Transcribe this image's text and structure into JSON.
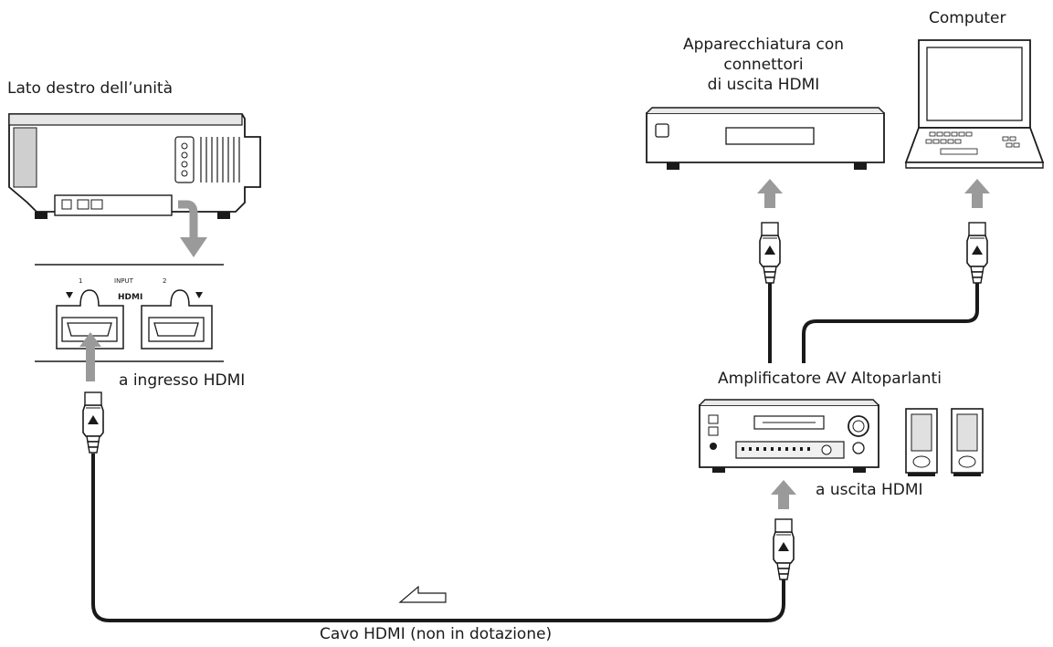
{
  "labels": {
    "projector_side": "Lato destro dell’unità",
    "hdmi_input_label": "a ingresso HDMI",
    "hdmi_output_device_line1": "Apparecchiatura con",
    "hdmi_output_device_line2": "connettori",
    "hdmi_output_device_line3": "di uscita HDMI",
    "computer": "Computer",
    "amplifier_speakers": "Amplificatore AV Altoparlanti",
    "hdmi_output_label": "a uscita HDMI",
    "cable": "Cavo HDMI (non in dotazione)"
  },
  "panel": {
    "input_label": "INPUT",
    "port1_number": "1",
    "port2_number": "2",
    "hdmi_logo": "HDMI"
  },
  "colors": {
    "line": "#1a1a1a",
    "arrow": "#9a9a9a",
    "device_fill": "#ffffff",
    "shade": "#d9d9d9"
  },
  "icons": [
    "projector-icon",
    "hdmi-port-icon",
    "hdmi-plug-icon",
    "bd-player-icon",
    "laptop-icon",
    "av-receiver-icon",
    "speaker-icon",
    "direction-arrow-icon"
  ]
}
